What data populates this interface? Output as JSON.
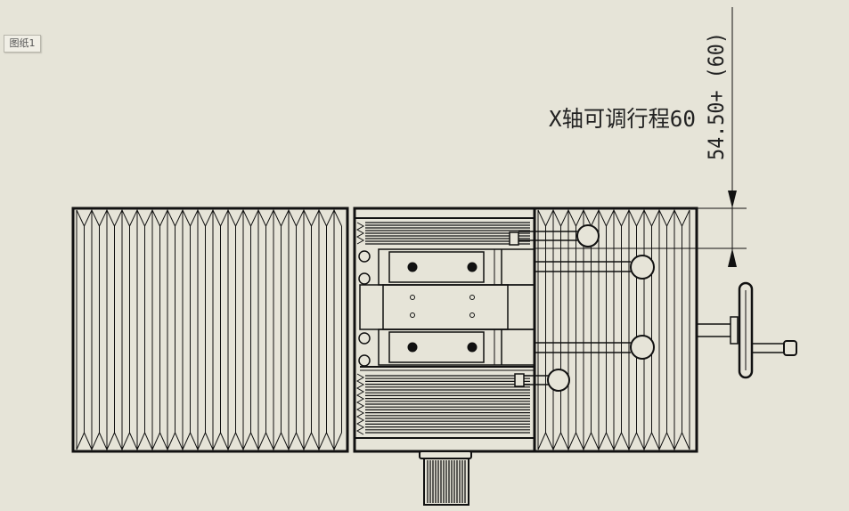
{
  "sheet_tab": {
    "label": "图纸1"
  },
  "annotation": {
    "text": "X轴可调行程60"
  },
  "dimension": {
    "text": "54.50+ (60)"
  },
  "colors": {
    "background": "#e6e4d8",
    "line": "#111111",
    "tab_background": "#f1efe6"
  }
}
